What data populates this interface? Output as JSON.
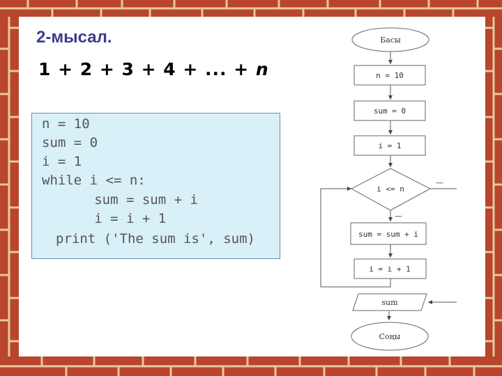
{
  "slide": {
    "title": "2-мысал.",
    "formula_text": "1 + 2 + 3 + 4 + ... + ",
    "formula_var": "n"
  },
  "code": {
    "lines": [
      "n = 10",
      "sum = 0",
      "i = 1",
      "while i <= n:",
      "     sum = sum + i",
      "     i = i + 1",
      "print ('The sum is', sum)"
    ]
  },
  "flowchart": {
    "start": "Басы",
    "n_assign": "n = 10",
    "sum_assign": "sum = 0",
    "i_assign": "i = 1",
    "condition": "i <= n",
    "yes_mark": "—",
    "no_mark": "—",
    "sum_update": "sum = sum + i",
    "i_update": "i = i + 1",
    "output": "sum",
    "end": "Соңы"
  },
  "colors": {
    "brick": "#b8452c",
    "code_bg": "#d8f0f8",
    "title": "#3c3c8c"
  }
}
